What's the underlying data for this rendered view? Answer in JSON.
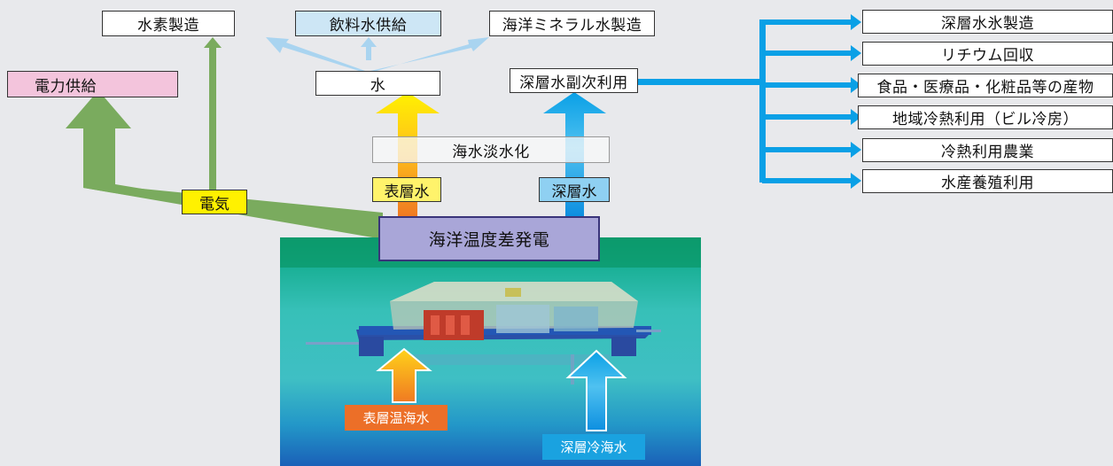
{
  "top": {
    "hydrogen": "水素製造",
    "drinking_water": "飲料水供給",
    "ocean_mineral": "海洋ミネラル水製造"
  },
  "middle": {
    "power_supply": "電力供給",
    "water": "水",
    "deep_water_secondary": "深層水副次利用"
  },
  "process": {
    "desalination": "海水淡水化",
    "otec": "海洋温度差発電"
  },
  "labels": {
    "electricity": "電気",
    "surface_water": "表層水",
    "deep_water": "深層水",
    "warm_surface_seawater": "表層温海水",
    "cold_deep_seawater": "深層冷海水"
  },
  "uses": [
    "深層水氷製造",
    "リチウム回収",
    "食品・医療品・化粧品等の産物",
    "地域冷熱利用（ビル冷房）",
    "冷熱利用農業",
    "水産養殖利用"
  ],
  "colors": {
    "green": "#7aab5e",
    "light_blue": "#a9d4f0",
    "blue": "#0aa0e6",
    "yellow": "#fff000",
    "orange": "#f07c26",
    "pink": "#f3c4dc",
    "otec_box": "#9b9ad2"
  }
}
